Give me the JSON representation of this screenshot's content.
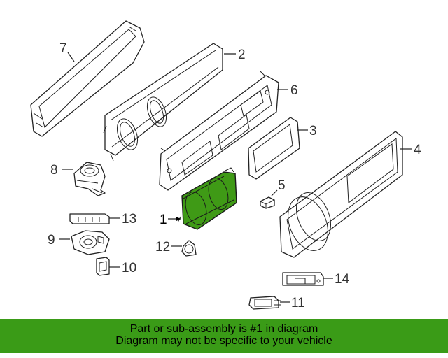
{
  "callouts": {
    "c1": "1",
    "c2": "2",
    "c3": "3",
    "c4": "4",
    "c5": "5",
    "c6": "6",
    "c7": "7",
    "c8": "8",
    "c9": "9",
    "c10": "10",
    "c11": "11",
    "c12": "12",
    "c13": "13",
    "c14": "14"
  },
  "highlight_color": "#3a9b17",
  "banner": {
    "line1": "Part or sub-assembly is #1 in diagram",
    "line2": "Diagram may not be specific to your vehicle"
  }
}
